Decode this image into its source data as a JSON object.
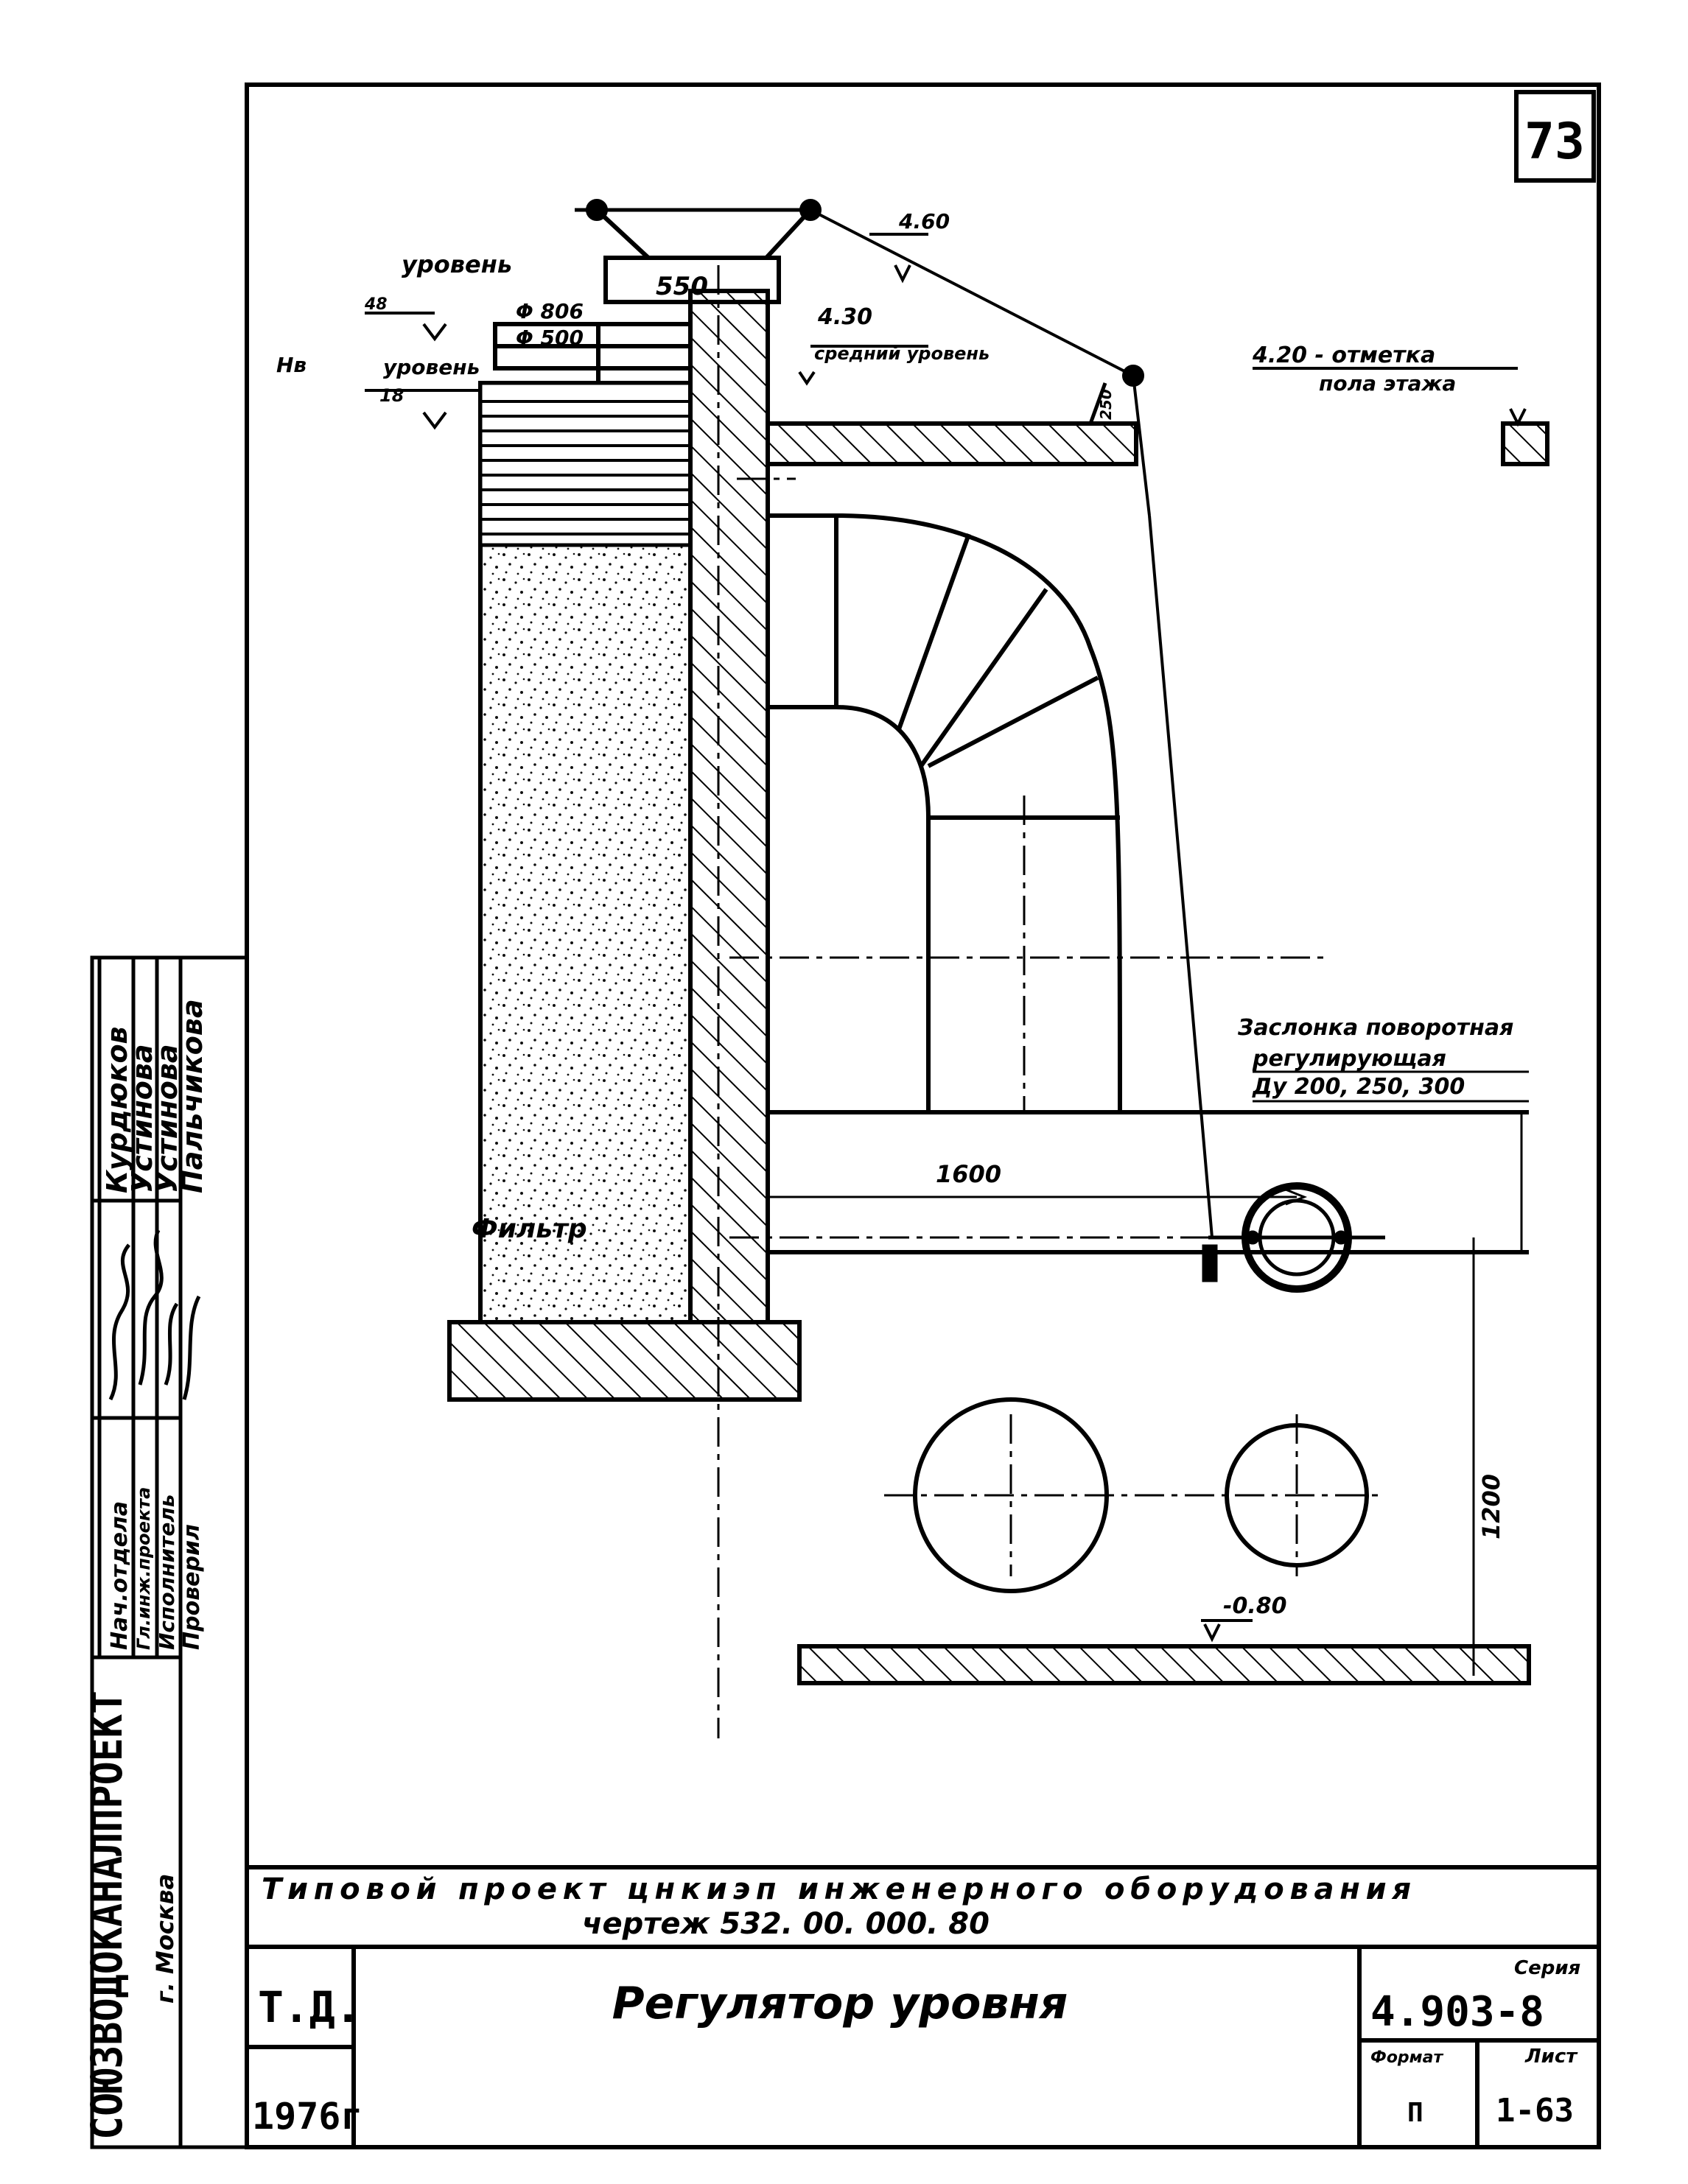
{
  "sheet": {
    "page_number": "73",
    "project_line1": "Типовой   проект   цнкиэп   инженерного   оборудования",
    "project_line2": "чертеж   532. 00. 000. 80",
    "drawing_title": "Регулятор уровня",
    "td_label": "Т.Д.",
    "year": "1976г",
    "series_label": "Серия",
    "series_value": "4.903-8",
    "format_label": "Формат",
    "format_value": "П",
    "sheet_label": "Лист",
    "sheet_value": "1-63"
  },
  "org": {
    "name": "СОЮЗВОДОКАНАЛПРОЕКТ",
    "city": "г. Москва"
  },
  "signatures": [
    {
      "role": "Нач.отдела",
      "name": "Курдюков"
    },
    {
      "role": "Гл.инж.проекта",
      "name": "Устинова"
    },
    {
      "role": "Исполнитель",
      "name": "Устинова"
    },
    {
      "role": "Проверил",
      "name": "Пальчикова"
    }
  ],
  "annotations": {
    "level_upper_label": "уровень",
    "level_upper_value": "48",
    "level_lower_label": "уровень",
    "level_lower_value": "18",
    "hw_label": "Нв",
    "dim_550": "550",
    "dim_d806": "Φ 806",
    "dim_d500": "Φ 500",
    "mark_460": "4.60",
    "mark_430": "4.30",
    "mid_level": "средний уровень",
    "mark_420": "4.20 - отметка",
    "floor_label": "пола этажа",
    "small_dim": "250",
    "filter_label": "Фильтр",
    "valve_line1": "Заслонка поворотная",
    "valve_line2": "регулирующая",
    "valve_line3": "Ду 200, 250, 300",
    "dim_1600": "1600",
    "dim_1200": "1200",
    "mark_minus080": "-0.80"
  }
}
